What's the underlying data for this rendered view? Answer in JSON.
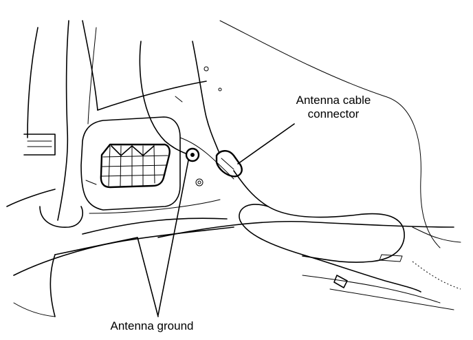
{
  "labels": {
    "cable_connector_line1": "Antenna cable",
    "cable_connector_line2": "connector",
    "ground": "Antenna ground"
  }
}
